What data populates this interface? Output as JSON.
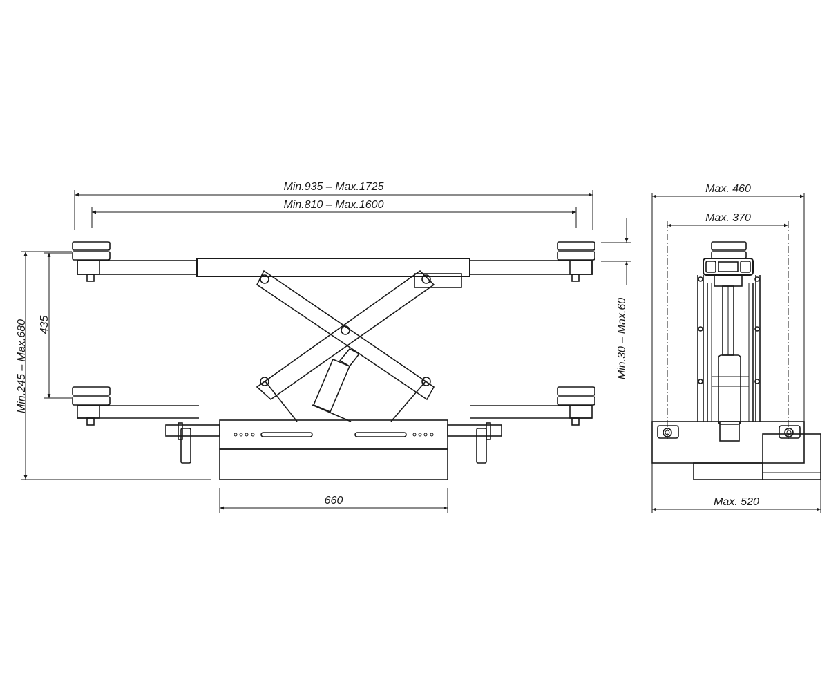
{
  "dimensions": {
    "outer_width": "Min.935  –  Max.1725",
    "inner_width": "Min.810  –  Max.1600",
    "total_height": "Min.245  –  Max.680",
    "arm_gap": "435",
    "pad_height": "Min.30  –  Max.60",
    "base_length": "660",
    "side_top": "Max.  460",
    "side_inner": "Max.  370",
    "side_base": "Max.  520"
  }
}
